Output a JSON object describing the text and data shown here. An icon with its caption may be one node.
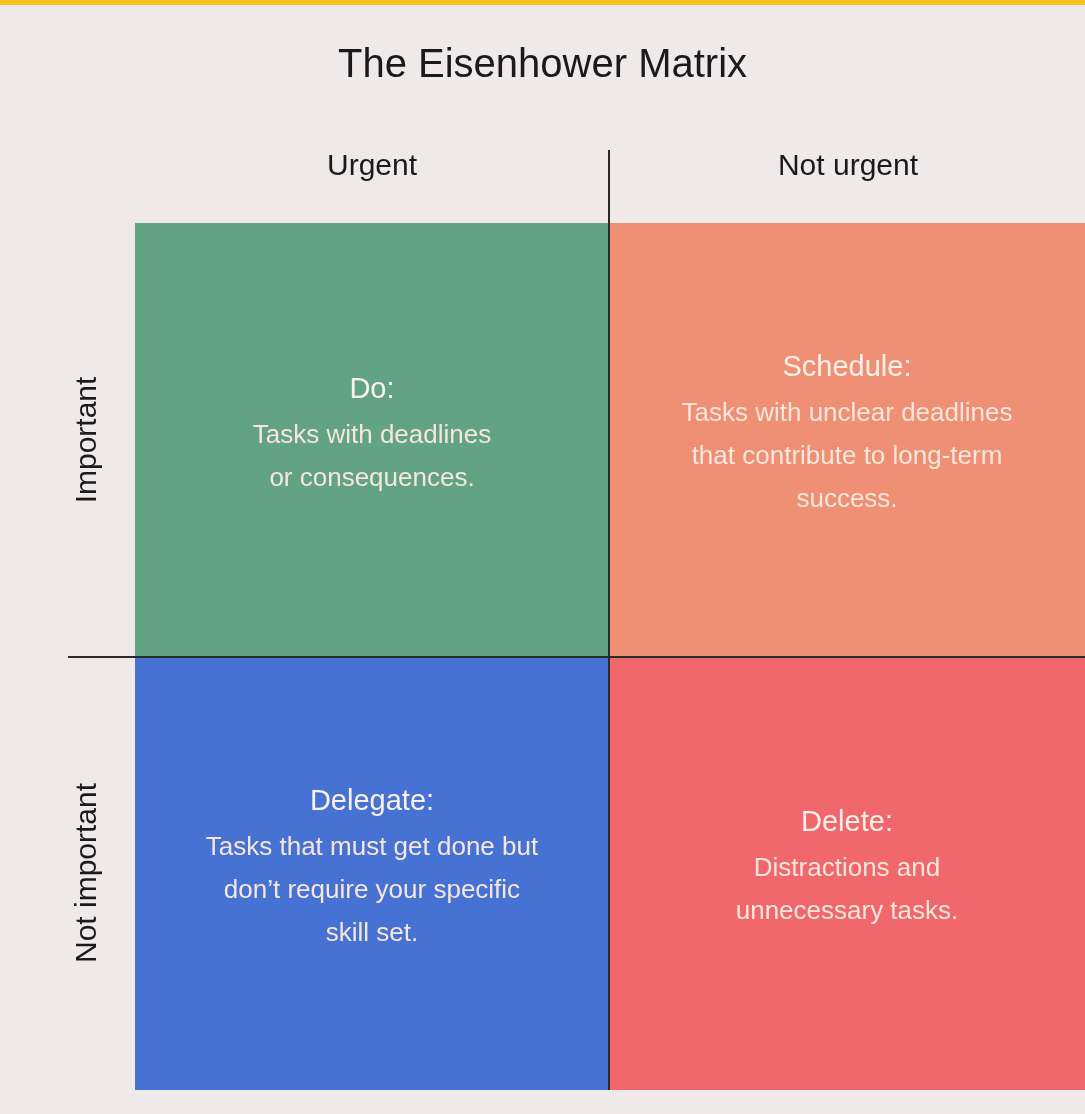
{
  "diagram": {
    "title": "The Eisenhower Matrix",
    "nodes": [
      {
        "text": [
          "Do:",
          "Tasks with deadlines or consequences."
        ]
      },
      {
        "text": [
          "Schedule:",
          "Tasks with unclear deadlines that contribute to long-term success."
        ]
      },
      {
        "text": [
          "Delegate:",
          "Tasks that must get done but don’t require your specific skill set."
        ]
      },
      {
        "text": [
          "Delete:",
          "Distractions and unnecessary tasks."
        ]
      }
    ],
    "labels": [
      "Urgent",
      "Not urgent",
      "Important",
      "Not important"
    ]
  }
}
